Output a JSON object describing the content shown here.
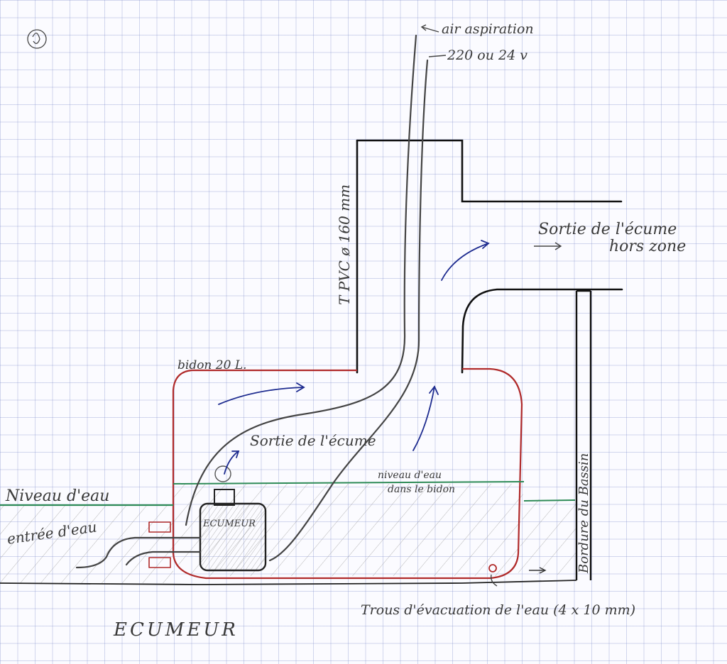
{
  "labels": {
    "air_aspiration": "air aspiration",
    "power": "220 ou 24 v",
    "pipe": "T PVC ø 160 mm",
    "foam_exit_outside": "Sortie de l'écume",
    "foam_exit_outside_2": "hors zone",
    "bidon": "bidon 20 L.",
    "foam_exit": "Sortie de l'écume",
    "water_level_bidon_1": "niveau d'eau",
    "water_level_bidon_2": "dans le bidon",
    "water_level": "Niveau d'eau",
    "water_inlet": "entrée d'eau",
    "skimmer_box": "ECUMEUR",
    "pool_edge": "Bordure du Bassin",
    "drain_holes": "Trous d'évacuation de l'eau (4 x 10 mm)",
    "title": "ECUMEUR"
  },
  "colors": {
    "pencil": "#444444",
    "bidon": "#b02a2a",
    "water": "#2e8b57",
    "arrows": "#1d2b8f",
    "pipe_black": "#111111"
  }
}
